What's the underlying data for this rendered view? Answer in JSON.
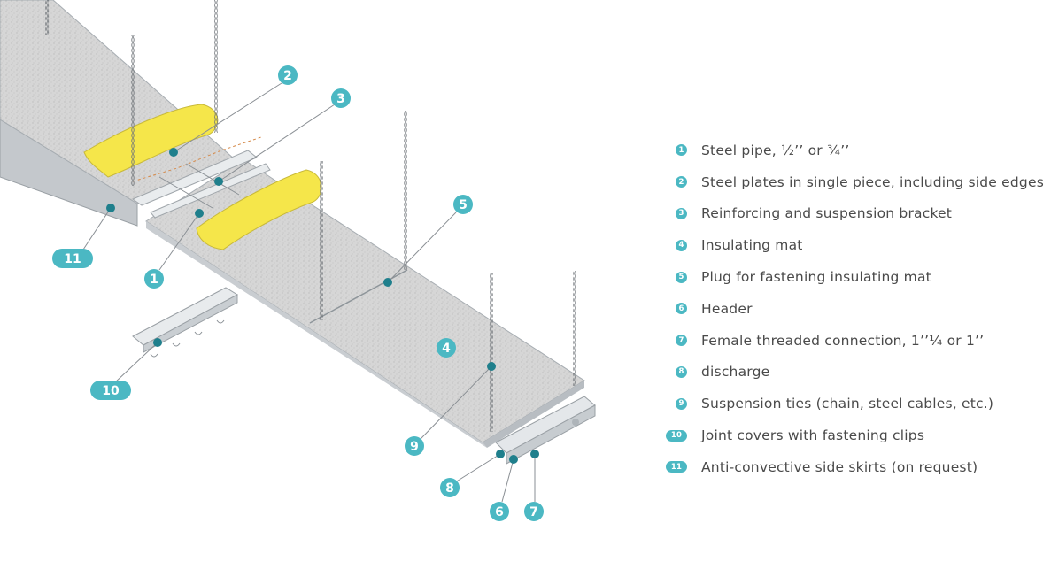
{
  "callouts": [
    {
      "id": "2",
      "label": "2"
    },
    {
      "id": "3",
      "label": "3"
    },
    {
      "id": "5",
      "label": "5"
    },
    {
      "id": "11",
      "label": "11"
    },
    {
      "id": "1",
      "label": "1"
    },
    {
      "id": "10",
      "label": "10"
    },
    {
      "id": "4",
      "label": "4"
    },
    {
      "id": "9",
      "label": "9"
    },
    {
      "id": "8",
      "label": "8"
    },
    {
      "id": "6",
      "label": "6"
    },
    {
      "id": "7",
      "label": "7"
    }
  ],
  "legend": [
    {
      "badge": "1",
      "text": "Steel pipe, ½’’ or ¾’’"
    },
    {
      "badge": "2",
      "text": "Steel plates in single piece, including side edges"
    },
    {
      "badge": "3",
      "text": "Reinforcing and suspension bracket"
    },
    {
      "badge": "4",
      "text": "Insulating mat"
    },
    {
      "badge": "5",
      "text": "Plug for fastening insulating mat"
    },
    {
      "badge": "6",
      "text": "Header"
    },
    {
      "badge": "7",
      "text": "Female threaded connection, 1’’¼ or 1’’"
    },
    {
      "badge": "8",
      "text": "discharge"
    },
    {
      "badge": "9",
      "text": "Suspension ties (chain, steel cables, etc.)"
    },
    {
      "badge": "10",
      "text": "Joint covers with fastening clips"
    },
    {
      "badge": "11",
      "text": "Anti-convective side skirts (on request)"
    }
  ],
  "colors": {
    "accent": "#4bb8c3",
    "marker": "#1f7f8c",
    "insulation": "#f5e64a",
    "panel": "#d9d9d9",
    "frame": "#b4b9bd"
  }
}
